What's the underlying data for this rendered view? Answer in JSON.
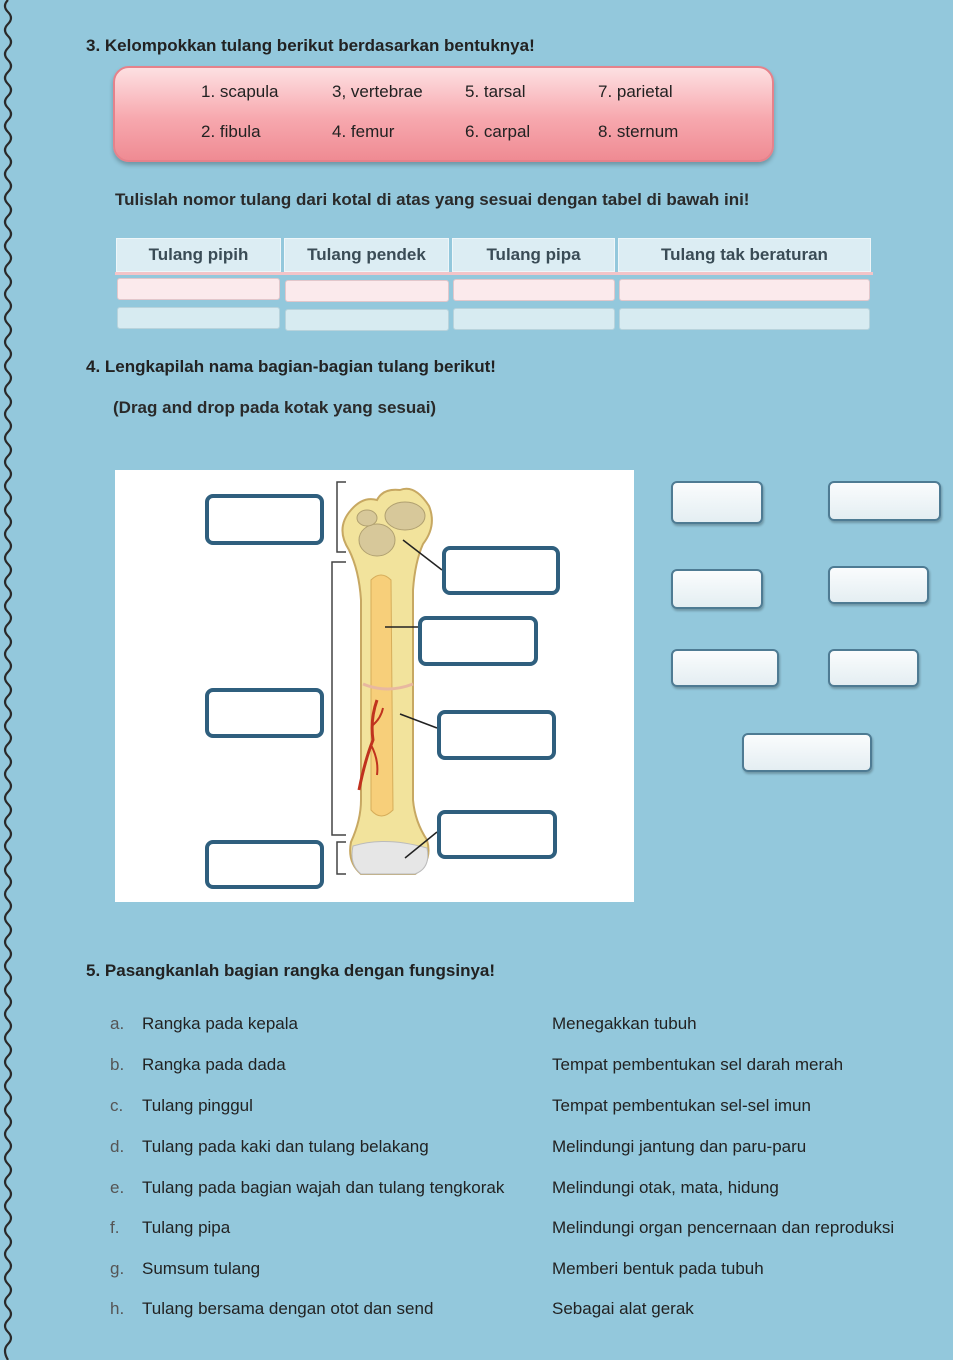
{
  "q3": {
    "title": "3. Kelompokkan tulang berikut berdasarkan bentuknya!",
    "bones": [
      "1. scapula",
      "3, vertebrae",
      "5. tarsal",
      "7. parietal",
      "2. fibula",
      "4. femur",
      "6. carpal",
      "8. sternum"
    ],
    "instruction": "Tulislah nomor tulang dari kotal di atas yang sesuai dengan tabel di bawah ini!",
    "table_headers": [
      "Tulang pipih",
      "Tulang pendek",
      "Tulang pipa",
      "Tulang tak beraturan"
    ]
  },
  "q4": {
    "title": "4. Lengkapilah nama bagian-bagian tulang berikut!",
    "subtitle": "(Drag and drop pada kotak yang sesuai)"
  },
  "q5": {
    "title": "5. Pasangkanlah bagian rangka dengan fungsinya!",
    "left": [
      {
        "letter": "a.",
        "text": "Rangka pada kepala"
      },
      {
        "letter": "b.",
        "text": "Rangka pada dada"
      },
      {
        "letter": "c.",
        "text": "Tulang pinggul"
      },
      {
        "letter": "d.",
        "text": "Tulang pada kaki dan tulang belakang"
      },
      {
        "letter": "e.",
        "text": "Tulang pada bagian wajah dan tulang tengkorak"
      },
      {
        "letter": "f.",
        "text": "Tulang pipa"
      },
      {
        "letter": "g.",
        "text": "Sumsum tulang"
      },
      {
        "letter": "h.",
        "text": "Tulang bersama dengan otot dan send"
      }
    ],
    "right": [
      "Menegakkan tubuh",
      "Tempat pembentukan sel darah merah",
      "Tempat pembentukan sel-sel imun",
      "Melindungi jantung dan paru-paru",
      "Melindungi otak, mata, hidung",
      "Melindungi organ pencernaan dan reproduksi",
      "Memberi bentuk pada tubuh",
      "Sebagai alat gerak"
    ]
  }
}
